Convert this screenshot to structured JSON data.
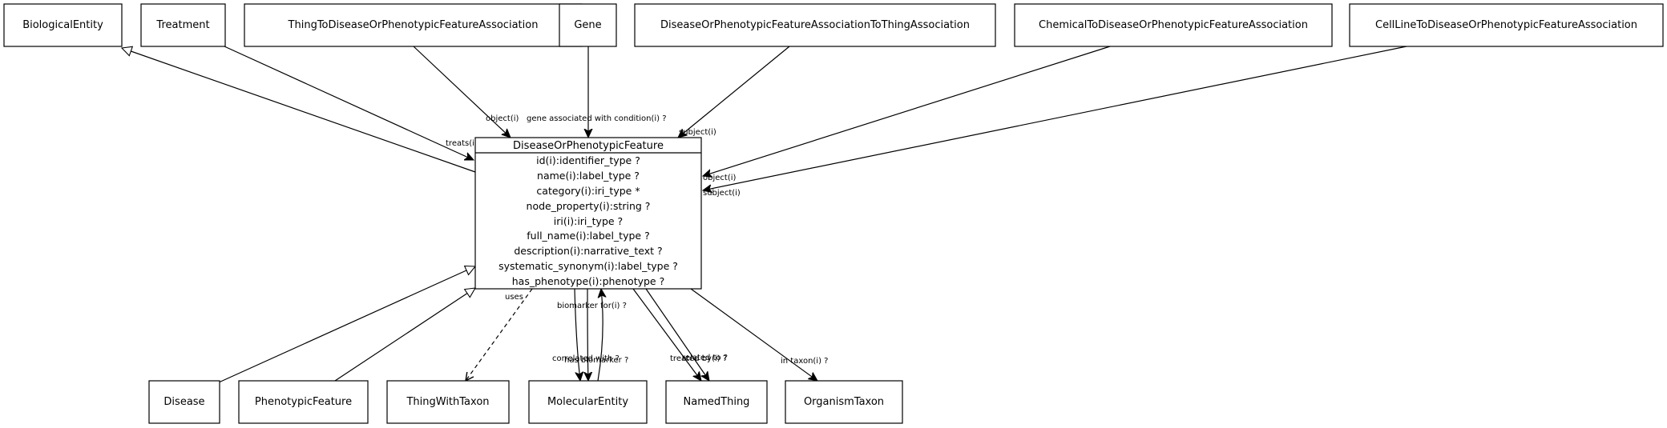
{
  "center_class": {
    "name": "DiseaseOrPhenotypicFeature",
    "attributes": [
      "id(i):identifier_type ?",
      "name(i):label_type ?",
      "category(i):iri_type *",
      "node_property(i):string ?",
      "iri(i):iri_type ?",
      "full_name(i):label_type ?",
      "description(i):narrative_text ?",
      "systematic_synonym(i):label_type ?",
      "has_phenotype(i):phenotype ?"
    ]
  },
  "top_nodes": {
    "biological_entity": "BiologicalEntity",
    "treatment": "Treatment",
    "thing_to_disease": "ThingToDiseaseOrPhenotypicFeatureAssociation",
    "gene": "Gene",
    "disease_to_thing": "DiseaseOrPhenotypicFeatureAssociationToThingAssociation",
    "chemical_to_disease": "ChemicalToDiseaseOrPhenotypicFeatureAssociation",
    "cellline_to_disease": "CellLineToDiseaseOrPhenotypicFeatureAssociation"
  },
  "bottom_nodes": {
    "disease": "Disease",
    "phenotypic_feature": "PhenotypicFeature",
    "thing_with_taxon": "ThingWithTaxon",
    "molecular_entity": "MolecularEntity",
    "named_thing": "NamedThing",
    "organism_taxon": "OrganismTaxon"
  },
  "edge_labels": {
    "treats": "treats(i)",
    "object_thing": "object(i)",
    "gene_assoc": "gene associated with condition(i) ?",
    "subject_disease_to_thing": "subject(i)",
    "object_chemical": "object(i)",
    "subject_cellline": "subject(i)",
    "uses": "uses",
    "biomarker_for": "biomarker for(i) ?",
    "correlated_with": "correlated with ?",
    "has_biomarker": "has biomarker ?",
    "treated_by": "treated by(i) ?",
    "related_to": "related to ?",
    "in_taxon": "in taxon(i) ?"
  }
}
